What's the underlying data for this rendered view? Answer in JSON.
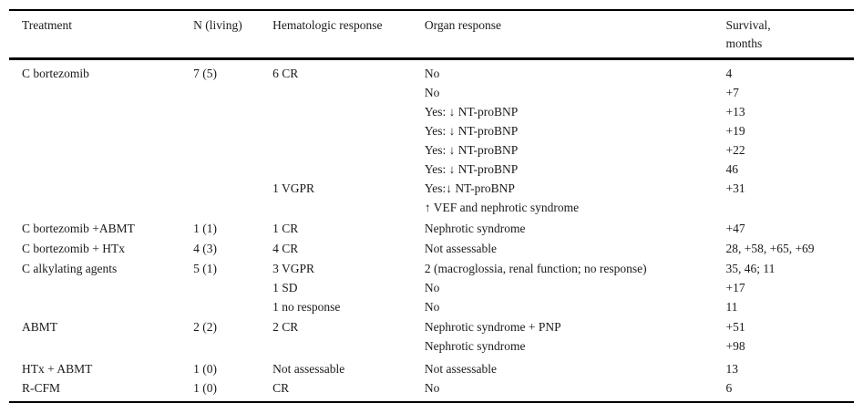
{
  "table": {
    "header": {
      "treatment": "Treatment",
      "n_living": "N (living)",
      "hematologic": "Hematologic response",
      "organ": "Organ response",
      "survival_line1": "Survival,",
      "survival_line2": "months"
    },
    "rows": [
      {
        "treatment": "C bortezomib",
        "n": "7 (5)",
        "hematologic": "6 CR",
        "organ": "No",
        "survival": "4"
      },
      {
        "treatment": "",
        "n": "",
        "hematologic": "",
        "organ": "No",
        "survival": "+7"
      },
      {
        "treatment": "",
        "n": "",
        "hematologic": "",
        "organ": "Yes: ↓ NT-proBNP",
        "survival": "+13"
      },
      {
        "treatment": "",
        "n": "",
        "hematologic": "",
        "organ": "Yes: ↓ NT-proBNP",
        "survival": "+19"
      },
      {
        "treatment": "",
        "n": "",
        "hematologic": "",
        "organ": "Yes: ↓ NT-proBNP",
        "survival": "+22"
      },
      {
        "treatment": "",
        "n": "",
        "hematologic": "",
        "organ": "Yes: ↓ NT-proBNP",
        "survival": "46"
      },
      {
        "treatment": "",
        "n": "",
        "hematologic": "1 VGPR",
        "organ": "Yes:↓ NT-proBNP",
        "survival": "+31"
      },
      {
        "treatment": "",
        "n": "",
        "hematologic": "",
        "organ": "↑ VEF and nephrotic syndrome",
        "survival": ""
      },
      {
        "treatment": "C bortezomib +ABMT",
        "n": "1 (1)",
        "hematologic": "1 CR",
        "organ": "Nephrotic syndrome",
        "survival": "+47"
      },
      {
        "treatment": "C bortezomib + HTx",
        "n": "4 (3)",
        "hematologic": "4 CR",
        "organ": "Not assessable",
        "survival": "28, +58, +65, +69"
      },
      {
        "treatment": "C alkylating agents",
        "n": "5 (1)",
        "hematologic": "3 VGPR",
        "organ": "2 (macroglossia, renal function; no response)",
        "survival": "35, 46; 11"
      },
      {
        "treatment": "",
        "n": "",
        "hematologic": "1 SD",
        "organ": "No",
        "survival": "+17"
      },
      {
        "treatment": "",
        "n": "",
        "hematologic": "1 no response",
        "organ": "No",
        "survival": "11"
      },
      {
        "treatment": "ABMT",
        "n": "2 (2)",
        "hematologic": "2 CR",
        "organ": "Nephrotic syndrome + PNP",
        "survival": "+51"
      },
      {
        "treatment": "",
        "n": "",
        "hematologic": "",
        "organ": "Nephrotic syndrome",
        "survival": "+98"
      },
      {
        "treatment": "HTx + ABMT",
        "n": "1 (0)",
        "hematologic": "Not assessable",
        "organ": "Not assessable",
        "survival": "13"
      },
      {
        "treatment": "R-CFM",
        "n": "1 (0)",
        "hematologic": "CR",
        "organ": "No",
        "survival": "6"
      }
    ]
  }
}
